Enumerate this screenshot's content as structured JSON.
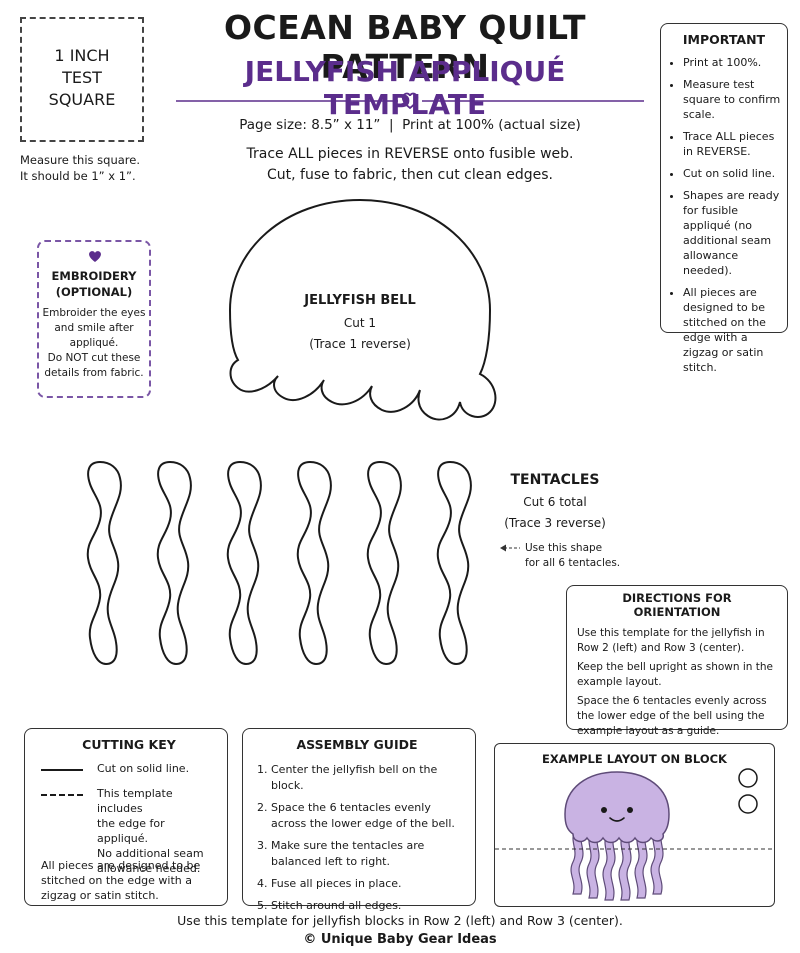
{
  "header": {
    "title": "OCEAN BABY QUILT PATTERN",
    "subtitle": "JELLYFISH APPLIQUÉ TEMPLATE",
    "page_info": "Page size: 8.5” x 11”  |  Print at 100% (actual size)",
    "instruction_line1": "Trace ALL pieces in REVERSE onto fusible web.",
    "instruction_line2": "Cut, fuse to fabric, then cut clean edges."
  },
  "test_square": {
    "line1": "1 INCH",
    "line2": "TEST",
    "line3": "SQUARE",
    "caption1": "Measure this square.",
    "caption2": "It should be 1” x 1”."
  },
  "important": {
    "title": "IMPORTANT",
    "items": [
      "Print at 100%.",
      "Measure test square to confirm scale.",
      "Trace ALL pieces in REVERSE.",
      "Cut on solid line.",
      "Shapes are ready for fusible appliqué (no additional seam allowance needed).",
      "All pieces are designed to be stitched on the edge with a zigzag or satin stitch."
    ]
  },
  "embroidery": {
    "title1": "EMBROIDERY",
    "title2": "(OPTIONAL)",
    "line1": "Embroider the eyes",
    "line2": "and smile after",
    "line3": "appliqué.",
    "line4": "Do NOT cut these",
    "line5": "details from fabric."
  },
  "bell": {
    "name": "JELLYFISH BELL",
    "cut": "Cut 1",
    "trace": "(Trace 1 reverse)"
  },
  "tentacles": {
    "name": "TENTACLES",
    "cut": "Cut 6 total",
    "trace": "(Trace 3 reverse)",
    "note1": "Use this shape",
    "note2": "for all 6 tentacles."
  },
  "directions": {
    "title": "DIRECTIONS FOR ORIENTATION",
    "p1": "Use this template for the jellyfish in Row 2 (left) and Row 3 (center).",
    "p2": "Keep the bell upright as shown in the example layout.",
    "p3": "Space the 6 tentacles evenly across the lower edge of the bell using the example layout as a guide."
  },
  "cutting_key": {
    "title": "CUTTING KEY",
    "solid": "Cut on solid line.",
    "dashed1": "This template includes",
    "dashed2": "the edge for appliqué.",
    "dashed3": "No additional seam",
    "dashed4": "allowance needed.",
    "note": "All pieces are designed to be stitched on the edge with a zigzag or satin stitch."
  },
  "assembly": {
    "title": "ASSEMBLY GUIDE",
    "steps": [
      "Center the jellyfish bell on the block.",
      "Space the 6 tentacles evenly across the lower edge of the bell.",
      "Make sure the tentacles are balanced left to right.",
      "Fuse all pieces in place.",
      "Stitch around all edges."
    ]
  },
  "example": {
    "title": "EXAMPLE LAYOUT ON BLOCK"
  },
  "footer": {
    "line1": "Use this template for jellyfish blocks in Row 2 (left) and Row 3 (center).",
    "copyright": "© Unique Baby Gear Ideas"
  },
  "colors": {
    "accent_purple": "#5b2d8c",
    "jellyfish_fill": "#c9b3e3",
    "jellyfish_stroke": "#5e4b78"
  }
}
